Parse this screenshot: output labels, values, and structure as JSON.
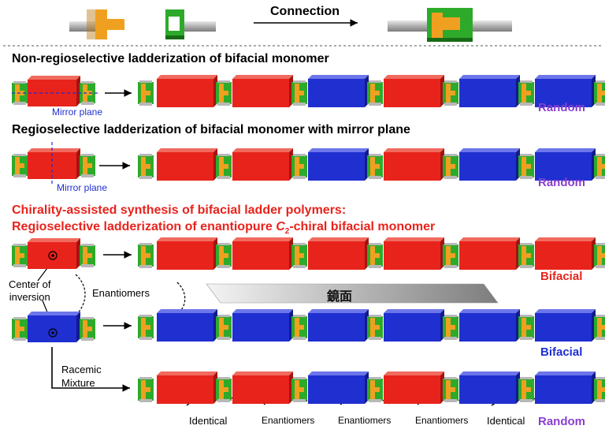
{
  "legend": {
    "connection_label": "Connection"
  },
  "sections": {
    "s1_title": "Non-regioselective ladderization of bifacial monomer",
    "s2_title": "Regioselective ladderization of bifacial monomer with mirror plane",
    "s3_title_line1": "Chirality-assisted synthesis of bifacial ladder polymers:",
    "s3_title_line2_pre": "Regioselective ladderization of enantiopure ",
    "s3_title_C": "C",
    "s3_title_sub": "2",
    "s3_title_line2_post": "-chiral bifacial monomer"
  },
  "labels": {
    "mirror_plane_1": "Mirror plane",
    "mirror_plane_2": "Mirror plane",
    "center_line1": "Center of",
    "center_line2": "inversion",
    "enantiomers": "Enantiomers",
    "mirror_kanji": "鏡面",
    "racemic_line1": "Racemic",
    "racemic_line2": "Mixture"
  },
  "outcomes": {
    "random1": "Random",
    "random2": "Random",
    "bifacial_red": "Bifacial",
    "bifacial_blue": "Bifacial",
    "random3": "Random"
  },
  "bottom_labels": {
    "l1": "Identical",
    "l2": "Enantiomers",
    "l3": "Enantiomers",
    "l4": "Enantiomers",
    "l5": "Identical"
  },
  "colors": {
    "red": "#e8231c",
    "blue": "#1f2fd0",
    "green": "#2eaa2a",
    "orange": "#f0a020",
    "purple": "#8a3fd0",
    "gray": "#b8b8b8"
  },
  "chains": {
    "row1": [
      "red",
      "red",
      "blue",
      "red",
      "blue",
      "blue"
    ],
    "row2": [
      "red",
      "red",
      "blue",
      "red",
      "blue",
      "blue"
    ],
    "row3": [
      "red",
      "red",
      "red",
      "red",
      "red",
      "red"
    ],
    "row4": [
      "blue",
      "blue",
      "blue",
      "blue",
      "blue",
      "blue"
    ],
    "row5": [
      "red",
      "red",
      "blue",
      "red",
      "blue",
      "blue"
    ]
  }
}
